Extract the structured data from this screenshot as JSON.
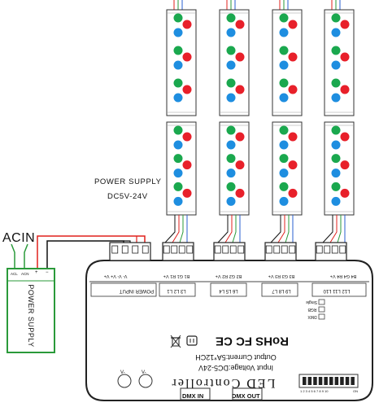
{
  "labels": {
    "acin": "ACIN",
    "power_supply_top": "POWER SUPPLY",
    "voltage_range": "DC5V-24V",
    "power_supply_box": "POWER SUPPLY",
    "acl": "ACL",
    "acn": "ACN",
    "plus": "+",
    "minus": "−"
  },
  "controller": {
    "title": "LED Controller",
    "input_voltage": "Input Voltage:DC5-24V",
    "output_current": "Output Current:5A*12CH",
    "certifications": "RoHS FC CE",
    "dmx_in": "DMX IN",
    "dmx_out": "DMX OUT",
    "port_labels": [
      "POWER INPUT",
      "L3 L2 L1",
      "L6 L5 L4",
      "L9 L8 L7",
      "L12 L11 L10"
    ],
    "terminal_labels": [
      "V- V- V+ V+",
      "B1 G1 R1 V+",
      "B2 G2 R2 V+",
      "B3 G3 R3 V+",
      "B4 G4 R4 V+"
    ],
    "modes": [
      "Single",
      "RGB",
      "DMX"
    ],
    "led_marks": [
      "V-",
      "V-"
    ],
    "dip_numbers": "1 2 3 4 5 6 7 8 9 10",
    "dip_on": "ON"
  },
  "colors": {
    "wire_red": "#e0201c",
    "wire_black": "#111111",
    "wire_green": "#2a9a3a",
    "wire_blue": "#2a5fd0",
    "box_green": "#2a9a3a",
    "led_red": "#e8202a",
    "led_green": "#1aa84e",
    "led_blue": "#1e8ee0"
  }
}
